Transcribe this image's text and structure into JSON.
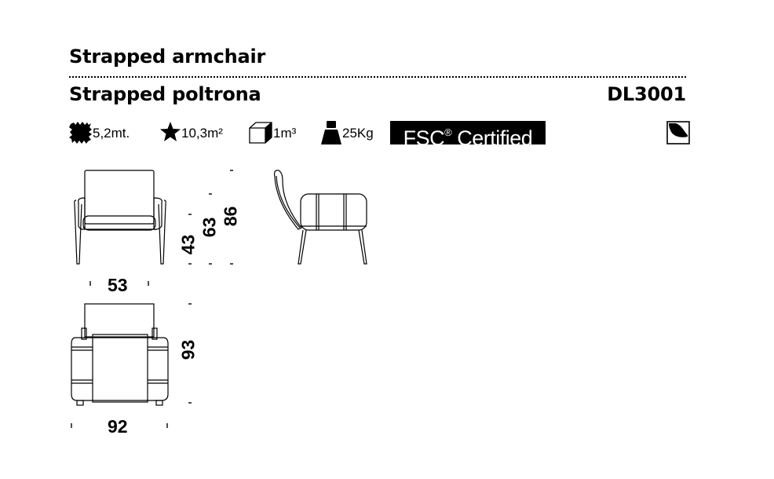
{
  "header": {
    "title_en": "Strapped armchair",
    "title_it": "Strapped poltrona",
    "product_code": "DL3001"
  },
  "specs": {
    "leather": {
      "icon": "leather-hide-icon",
      "value": "5,2mt."
    },
    "fabric": {
      "icon": "fabric-star-icon",
      "value": "10,3m²"
    },
    "volume": {
      "icon": "box-volume-icon",
      "value": "1m³"
    },
    "weight": {
      "icon": "weight-icon",
      "value": "25Kg"
    },
    "certification": {
      "label": "FSC",
      "mark": "®",
      "suffix": " Certified"
    },
    "extra_icon": "care-symbol-icon"
  },
  "dimensions": {
    "front_width": "53",
    "seat_height": "43",
    "arm_height": "63",
    "total_height": "86",
    "depth": "93",
    "plan_width": "92"
  }
}
